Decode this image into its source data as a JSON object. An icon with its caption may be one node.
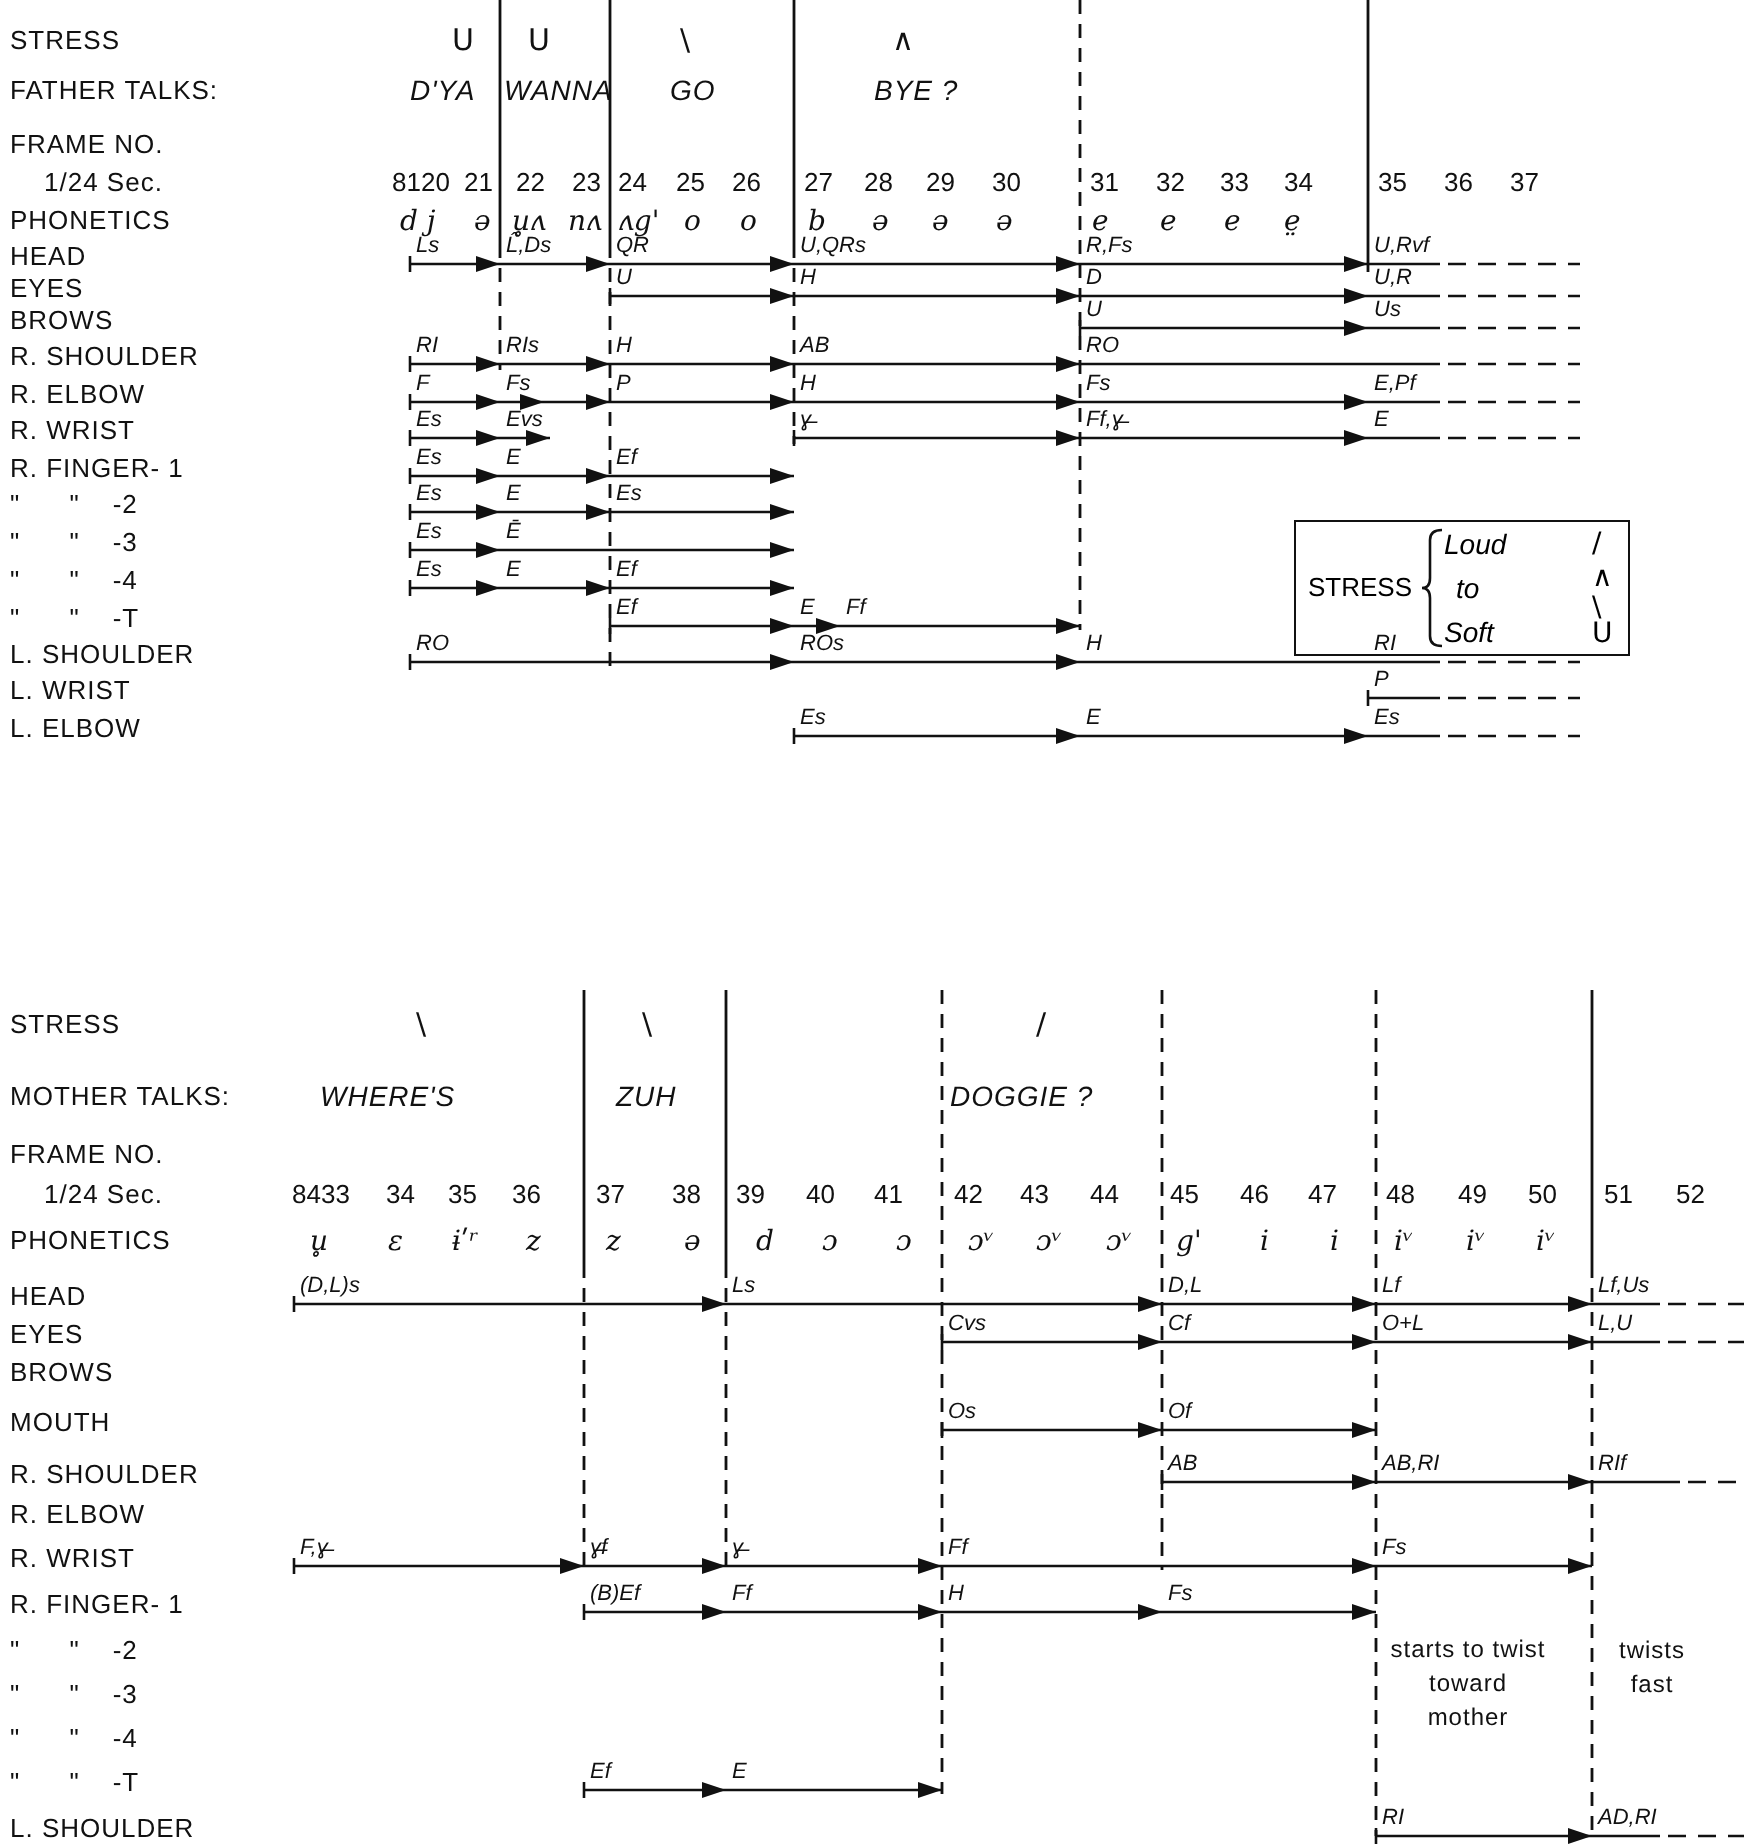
{
  "diagram": {
    "nodes": [
      {
        "text": [
          "STRESS",
          "Loud",
          "to",
          "Soft",
          "/",
          "∧",
          "\\",
          "U"
        ]
      }
    ],
    "labels": [
      "STRESS",
      "U",
      "U",
      "\\",
      "∧",
      "FATHER TALKS:",
      "D'YA",
      "WANNA",
      "GO",
      "BYE ?",
      "FRAME NO.",
      "1/24 Sec.",
      "8120",
      "21",
      "22",
      "23",
      "24",
      "25",
      "26",
      "27",
      "28",
      "29",
      "30",
      "31",
      "32",
      "33",
      "34",
      "35",
      "36",
      "37",
      "PHONETICS",
      "d j",
      "ə",
      "u̥ʌ",
      "nʌ",
      "ʌg'",
      "o",
      "o",
      "b",
      "ə",
      "ə",
      "ə",
      "e",
      "e",
      "e",
      "e̤",
      "HEAD",
      "Ls",
      "L̂,Ds",
      "QR",
      "U,QRs",
      "R,Fs",
      "U,Rvf",
      "EYES",
      "U",
      "H",
      "D",
      "U,R",
      "BROWS",
      "U",
      "Us",
      "R. SHOULDER",
      "RI",
      "RIs",
      "H",
      "AB",
      "RO",
      "R. ELBOW",
      "F",
      "Fs",
      "P",
      "H",
      "Fs",
      "E,Pf",
      "R. WRIST",
      "Es",
      "Evs",
      "ɣ̶",
      "Ff,ɣ̶",
      "E",
      "R. FINGER- 1",
      "Es",
      "E",
      "Ef",
      "\"      \"    -2",
      "Es",
      "E",
      "Es",
      "\"      \"    -3",
      "Es",
      "Ē",
      "\"      \"    -4",
      "Es",
      "E",
      "Ef",
      "\"      \"    -T",
      "Ef",
      "E",
      "Ff",
      "L. SHOULDER",
      "RO",
      "ROs",
      "H",
      "RI",
      "L. WRIST",
      "P",
      "L. ELBOW",
      "Es",
      "E",
      "Es",
      "STRESS",
      "\\",
      "\\",
      "/",
      "MOTHER TALKS:",
      "WHERE'S",
      "ZUH",
      "DOGGIE ?",
      "FRAME NO.",
      "1/24 Sec.",
      "8433",
      "34",
      "35",
      "36",
      "37",
      "38",
      "39",
      "40",
      "41",
      "42",
      "43",
      "44",
      "45",
      "46",
      "47",
      "48",
      "49",
      "50",
      "51",
      "52",
      "PHONETICS",
      "u̥",
      "ɛ",
      "ɨʹʳ",
      "z",
      "z",
      "ə",
      "d",
      "ɔ",
      "ɔ",
      "ɔᵛ",
      "ɔᵛ",
      "ɔᵛ",
      "g'",
      "i",
      "i",
      "iᵛ",
      "iᵛ",
      "iᵛ",
      "HEAD",
      "(D,L)s",
      "Ls",
      "D,L",
      "Lf",
      "Lf,Us",
      "EYES",
      "Cvs",
      "Cf",
      "O+L",
      "L,U",
      "BROWS",
      "MOUTH",
      "Os",
      "Of",
      "R. SHOULDER",
      "AB",
      "AB,RI",
      "RIf",
      "R. ELBOW",
      "R. WRIST",
      "F,ɣ̶",
      "ɣ̶f",
      "ɣ̶",
      "Ff",
      "Fs",
      "R. FINGER- 1",
      "(B)Ef",
      "Ff",
      "H",
      "Fs",
      "\"      \"    -2",
      "starts to twist toward mother",
      "twists fast",
      "\"      \"    -3",
      "\"      \"    -4",
      "\"      \"    -T",
      "Ef",
      "E",
      "L. SHOULDER",
      "RI",
      "AD,RI"
    ]
  }
}
